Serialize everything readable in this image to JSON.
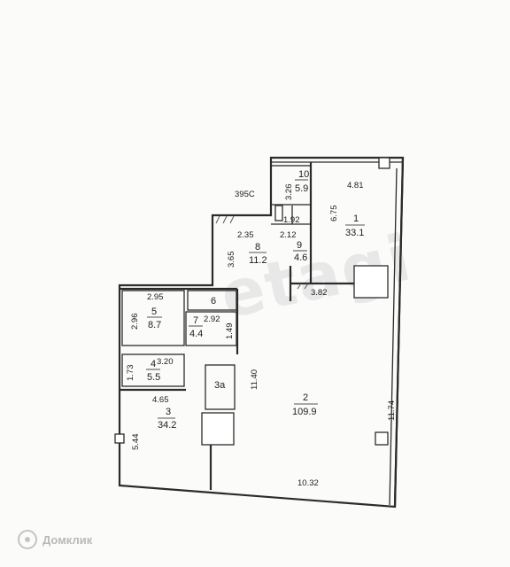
{
  "watermark": "etagi",
  "brand": {
    "name": "Домклик",
    "logo_icon": "domclick-logo-icon"
  },
  "code": "395C",
  "rooms": [
    {
      "num": "1",
      "area": "33.1"
    },
    {
      "num": "2",
      "area": "109.9"
    },
    {
      "num": "3",
      "area": "34.2"
    },
    {
      "num": "3a",
      "area": ""
    },
    {
      "num": "4",
      "area": "5.5"
    },
    {
      "num": "5",
      "area": "8.7"
    },
    {
      "num": "6",
      "area": ""
    },
    {
      "num": "7",
      "area": "4.4"
    },
    {
      "num": "8",
      "area": "11.2"
    },
    {
      "num": "9",
      "area": "4.6"
    },
    {
      "num": "10",
      "area": "5.9"
    }
  ],
  "dimensions": [
    "4.81",
    "6.75",
    "3.26",
    "1.92",
    "2.35",
    "2.12",
    "3.65",
    "3.82",
    "2.95",
    "2.96",
    "2.92",
    "1.49",
    "3.20",
    "1.73",
    "4.65",
    "11.40",
    "11.74",
    "5.44",
    "10.32"
  ]
}
